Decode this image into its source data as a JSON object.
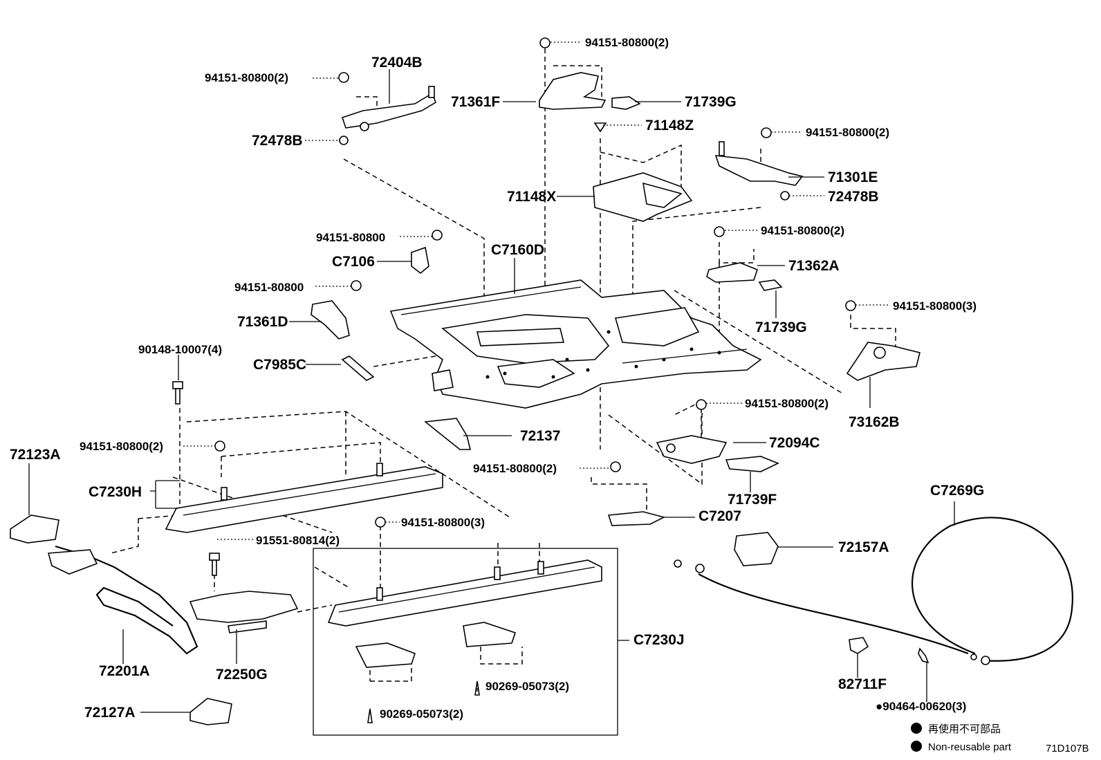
{
  "labels": {
    "p72404B": "72404B",
    "p94151_a": "94151-80800(2)",
    "p72478B_a": "72478B",
    "p94151_top": "94151-80800(2)",
    "p71361F": "71361F",
    "p71739G_a": "71739G",
    "p71148Z": "71148Z",
    "p71148X": "71148X",
    "p94151_r1": "94151-80800(2)",
    "p71301E": "71301E",
    "p72478B_b": "72478B",
    "p94151_m1": "94151-80800",
    "p C7106": "C7106",
    "pC7160D": "C7160D",
    "p94151_m2": "94151-80800",
    "p71361D": "71361D",
    "p94151_r2": "94151-80800(2)",
    "p71362A": "71362A",
    "p71739G_b": "71739G",
    "p94151_r3": "94151-80800(3)",
    "p90148": "90148-10007(4)",
    "pC7985C": "C7985C",
    "p73162B": "73162B",
    "p94151_r4": "94151-80800(2)",
    "p72123A": "72123A",
    "p94151_l": "94151-80800(2)",
    "p72137": "72137",
    "p72094C": "72094C",
    "pC7230H": "C7230H",
    "p94151_c": "94151-80800(2)",
    "p71739F": "71739F",
    "pC7207": "C7207",
    "pC7269G": "C7269G",
    "p94151_b": "94151-80800(3)",
    "p91551": "91551-80814(2)",
    "p72157A": "72157A",
    "pC7230J": "C7230J",
    "p72201A": "72201A",
    "p72250G": "72250G",
    "p90269_a": "90269-05073(2)",
    "p82711F": "82711F",
    "p90269_b": "90269-05073(2)",
    "p72127A": "72127A",
    "p90464": "●90464-00620(3)"
  },
  "legend": {
    "non_reusable_jp": "再使用不可部品",
    "non_reusable_en": "Non-reusable part",
    "diagram_code": "71D107B"
  }
}
